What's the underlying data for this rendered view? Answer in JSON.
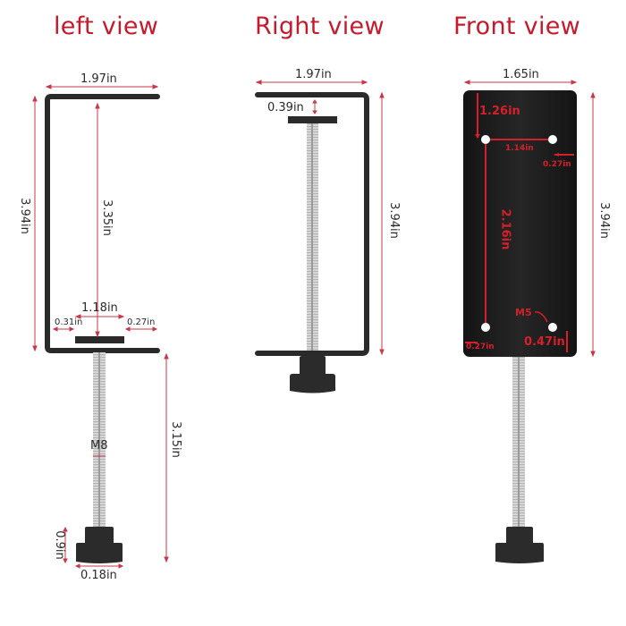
{
  "views": {
    "left": {
      "title": "left view",
      "dims": {
        "top_width": "1.97in",
        "total_height": "3.94in",
        "inner_height": "3.35in",
        "pad_width": "1.18in",
        "left_gap": "0.31in",
        "right_gap": "0.27in",
        "screw_length": "3.15in",
        "thread": "M8",
        "knob_height": "0.9in",
        "knob_width": "0.18in"
      }
    },
    "right": {
      "title": "Right view",
      "dims": {
        "top_width": "1.97in",
        "pad_gap": "0.39in",
        "total_height": "3.94in"
      }
    },
    "front": {
      "title": "Front view",
      "dims": {
        "width": "1.65in",
        "total_height": "3.94in",
        "top_hole_offset": "1.26in",
        "hole_spacing_h": "1.14in",
        "edge_offset_right": "0.27in",
        "hole_spacing_v": "2.16in",
        "screw_size": "M5",
        "edge_offset_left": "0.27in",
        "bottom_offset": "0.47in"
      }
    }
  },
  "colors": {
    "title_red": "#c41a2c",
    "dim_line": "#c9384a",
    "plate": "#1c1c1c",
    "annotation_red": "#d4202a"
  }
}
